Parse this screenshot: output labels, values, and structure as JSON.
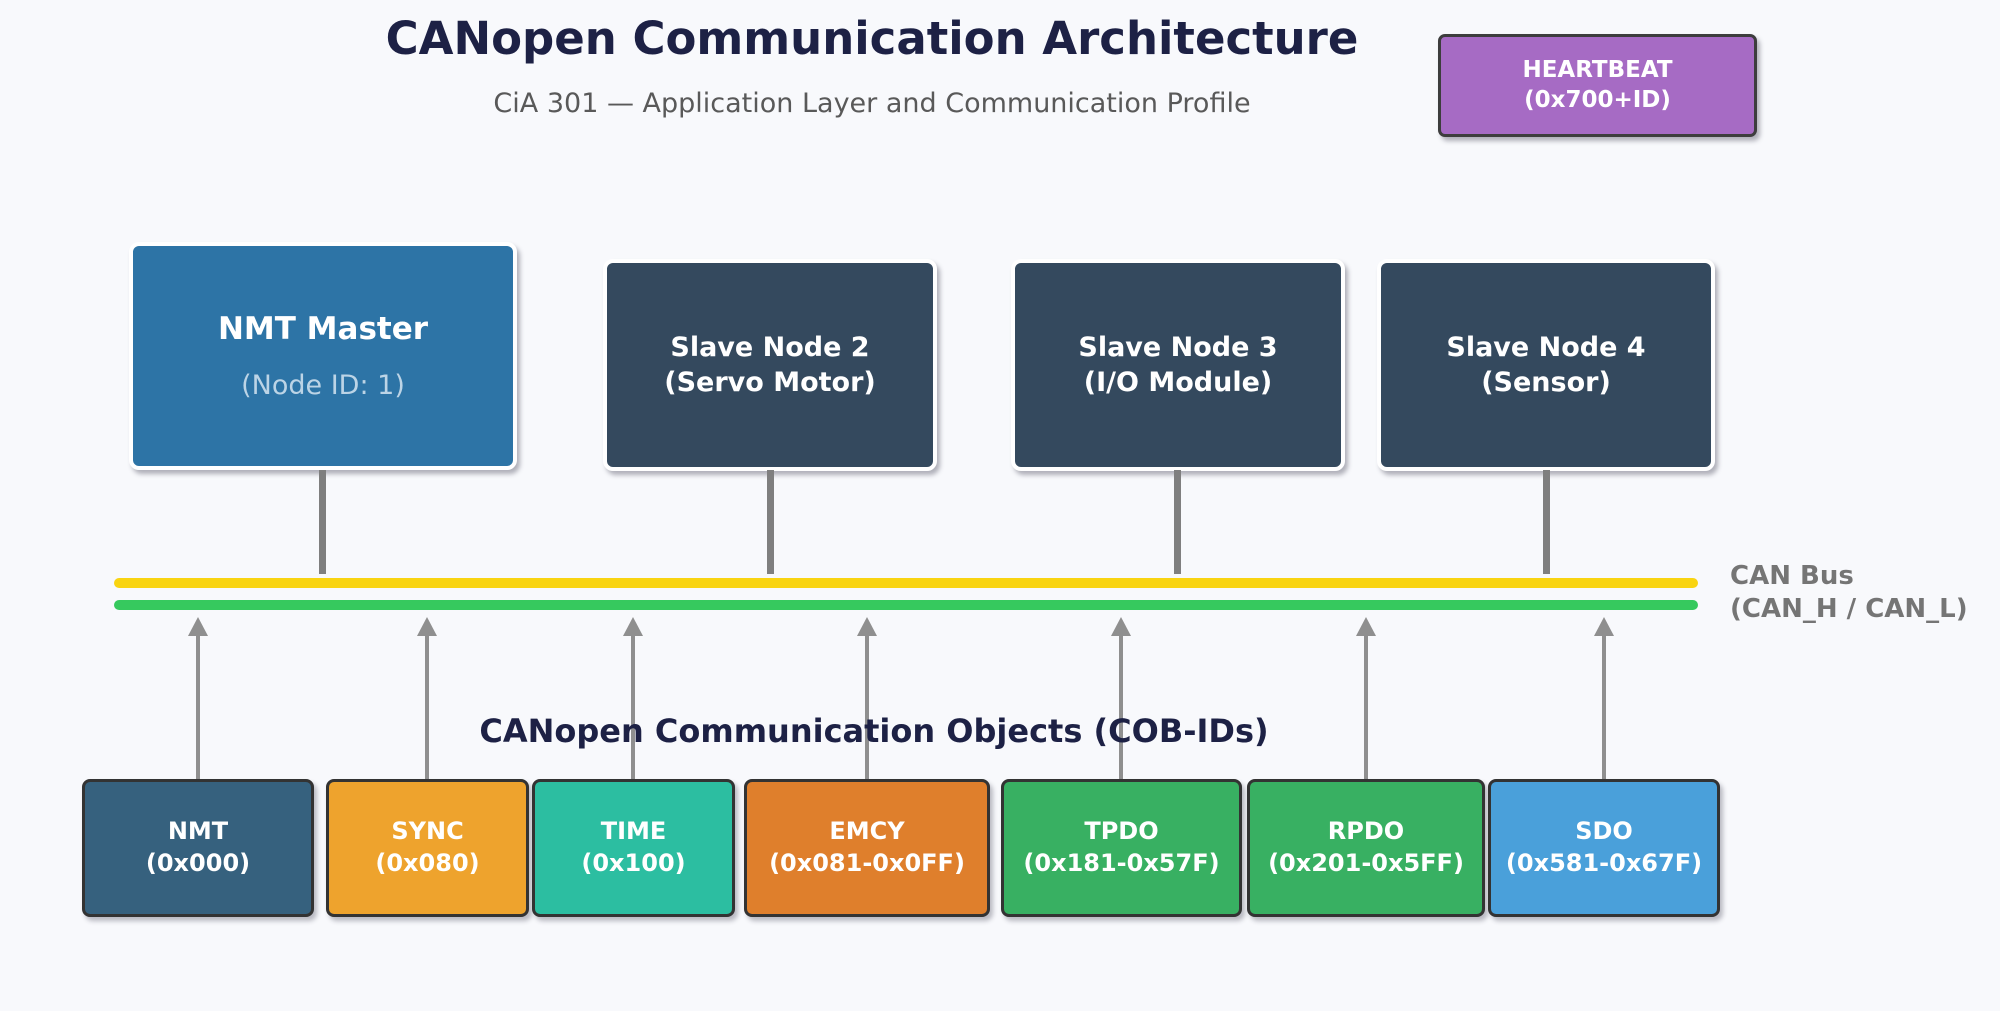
{
  "header": {
    "title": "CANopen Communication Architecture",
    "subtitle": "CiA 301 — Application Layer and Communication Profile"
  },
  "heartbeat": {
    "label": "HEARTBEAT",
    "id": "(0x700+ID)",
    "color": "#a66bc4"
  },
  "nodes": [
    {
      "title": "NMT Master",
      "subtitle": "(Node ID: 1)",
      "color": "#2d74a6",
      "border": "#1b4f77"
    },
    {
      "title": "Slave Node 2",
      "subtitle": "(Servo Motor)",
      "color": "#34495e",
      "border": "#1c2833"
    },
    {
      "title": "Slave Node 3",
      "subtitle": "(I/O Module)",
      "color": "#34495e",
      "border": "#1c2833"
    },
    {
      "title": "Slave Node 4",
      "subtitle": "(Sensor)",
      "color": "#34495e",
      "border": "#1c2833"
    }
  ],
  "bus": {
    "label_line1": "CAN Bus",
    "label_line2": "(CAN_H / CAN_L)",
    "can_h_color": "#f9d411",
    "can_l_color": "#36c95e"
  },
  "cob_section": {
    "heading": "CANopen Communication Objects (COB-IDs)",
    "objects": [
      {
        "name": "NMT",
        "id": "(0x000)",
        "color": "#36617e"
      },
      {
        "name": "SYNC",
        "id": "(0x080)",
        "color": "#eea32d"
      },
      {
        "name": "TIME",
        "id": "(0x100)",
        "color": "#2cbea1"
      },
      {
        "name": "EMCY",
        "id": "(0x081-0x0FF)",
        "color": "#df7f2c"
      },
      {
        "name": "TPDO",
        "id": "(0x181-0x57F)",
        "color": "#38b062"
      },
      {
        "name": "RPDO",
        "id": "(0x201-0x5FF)",
        "color": "#38b062"
      },
      {
        "name": "SDO",
        "id": "(0x581-0x67F)",
        "color": "#4aa0da"
      }
    ]
  }
}
